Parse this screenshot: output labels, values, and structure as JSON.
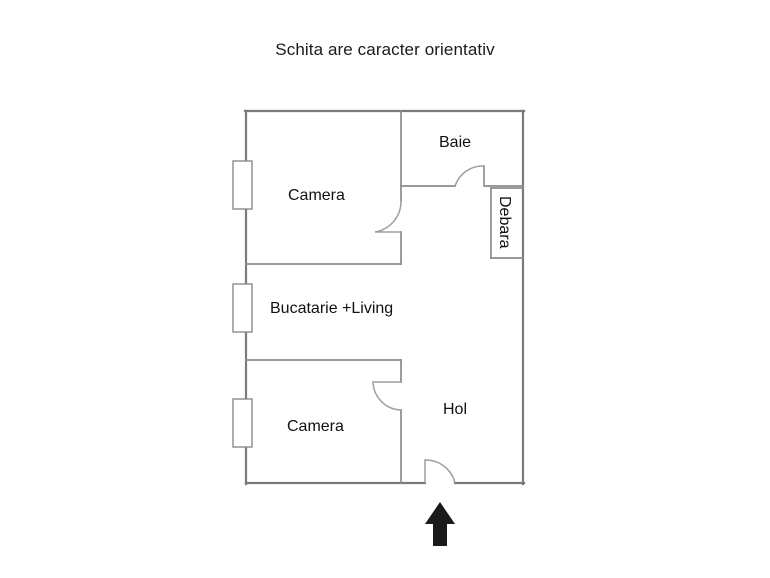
{
  "plan": {
    "title": "Schita are caracter orientativ",
    "colors": {
      "wall": "#888888",
      "outer_wall": "#7a7a7a",
      "door_arc": "#9a9a9a",
      "window": "#8a8a8a",
      "arrow": "#1a1a1a",
      "background": "#ffffff",
      "text": "#111111"
    },
    "rooms": [
      {
        "id": "camera-top",
        "label": "Camera",
        "orientation": "horizontal"
      },
      {
        "id": "baie",
        "label": "Baie",
        "orientation": "horizontal"
      },
      {
        "id": "debara",
        "label": "Debara",
        "orientation": "vertical"
      },
      {
        "id": "bucatarie",
        "label": "Bucatarie +Living",
        "orientation": "horizontal"
      },
      {
        "id": "camera-bot",
        "label": "Camera",
        "orientation": "horizontal"
      },
      {
        "id": "hol",
        "label": "Hol",
        "orientation": "horizontal"
      }
    ],
    "openings": {
      "windows": [
        {
          "id": "window-camera-top",
          "wall": "left"
        },
        {
          "id": "window-bucatarie",
          "wall": "left"
        },
        {
          "id": "window-camera-bot",
          "wall": "left"
        }
      ],
      "doors": [
        {
          "id": "door-camera-top",
          "room": "camera-top"
        },
        {
          "id": "door-baie",
          "room": "baie"
        },
        {
          "id": "door-camera-bot",
          "room": "camera-bot"
        },
        {
          "id": "door-entrance",
          "room": "hol"
        }
      ]
    },
    "entrance": {
      "marker": "arrow-up-icon",
      "direction": "up"
    }
  }
}
